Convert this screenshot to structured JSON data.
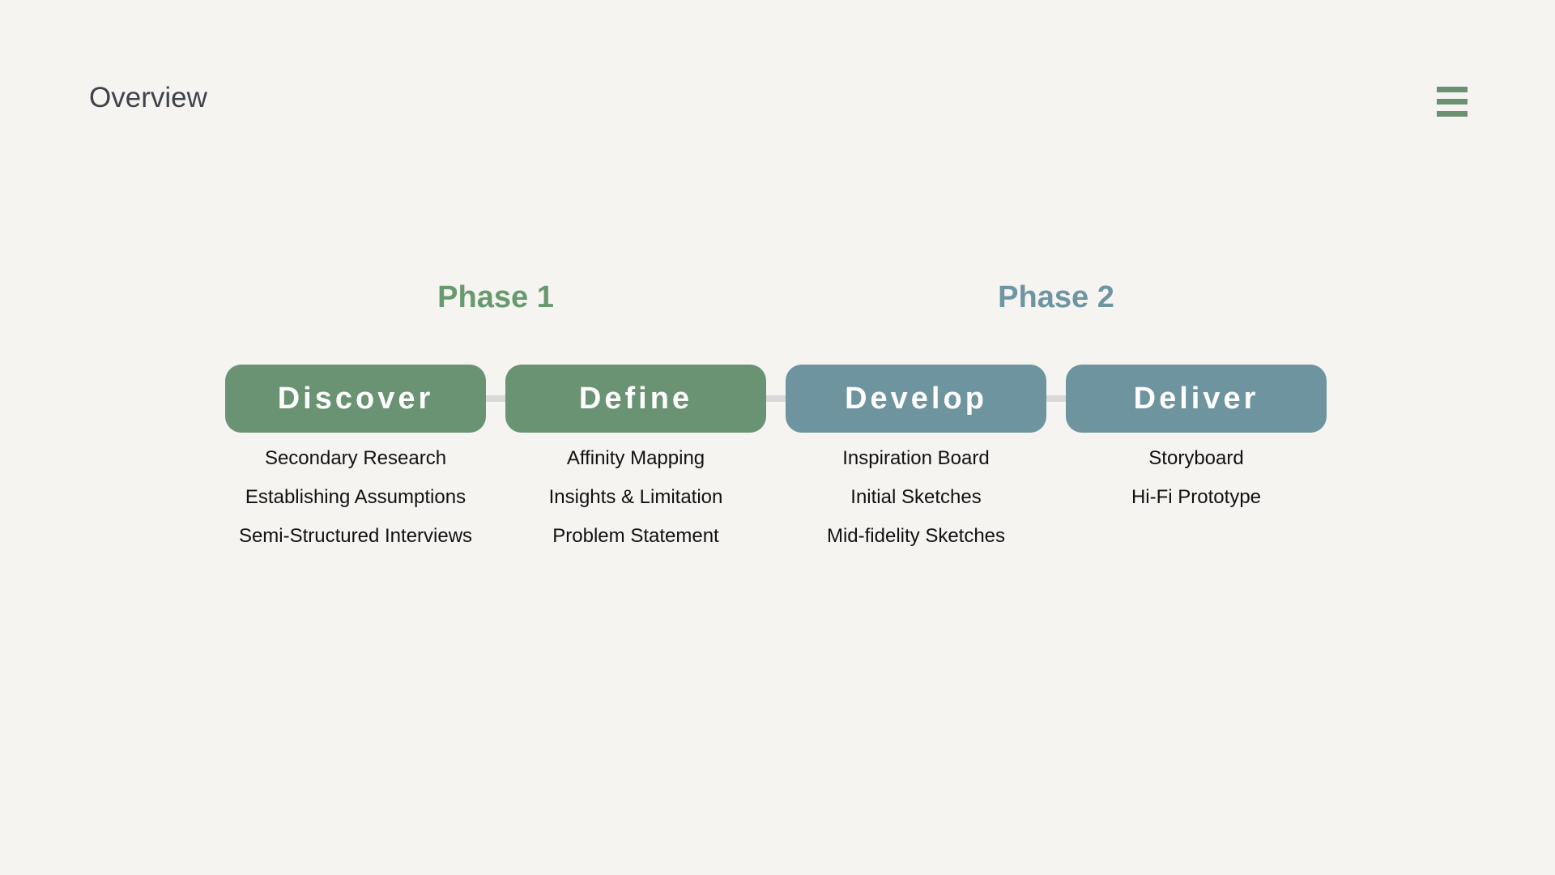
{
  "header": {
    "title": "Overview",
    "menu_icon": "hamburger-menu"
  },
  "colors": {
    "background": "#F5F4F1",
    "title_text": "#3F434A",
    "menu_accent": "#6B9170",
    "phase1_text": "#68996F",
    "phase2_text": "#6E96A2",
    "stage_green": "#699372",
    "stage_teal": "#6D949F",
    "stage_label_text": "#FFFFFF",
    "connector": "#D9D9D9",
    "item_text": "#111111"
  },
  "phases": [
    {
      "label": "Phase 1"
    },
    {
      "label": "Phase 2"
    }
  ],
  "stages": [
    {
      "label": "Discover",
      "items": [
        "Secondary Research",
        "Establishing Assumptions",
        "Semi-Structured Interviews"
      ]
    },
    {
      "label": "Define",
      "items": [
        "Affinity Mapping",
        "Insights & Limitation",
        "Problem Statement"
      ]
    },
    {
      "label": "Develop",
      "items": [
        "Inspiration Board",
        "Initial Sketches",
        "Mid-fidelity Sketches"
      ]
    },
    {
      "label": "Deliver",
      "items": [
        "Storyboard",
        "Hi-Fi Prototype"
      ]
    }
  ]
}
